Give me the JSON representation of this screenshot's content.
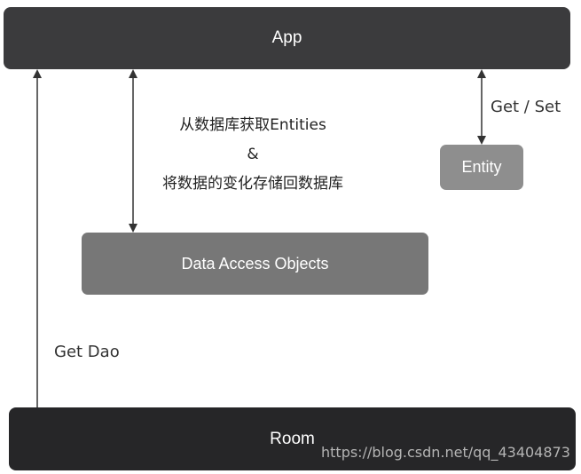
{
  "boxes": {
    "app": "App",
    "room": "Room",
    "dao": "Data Access Objects",
    "entity": "Entity"
  },
  "labels": {
    "get_set": "Get / Set",
    "get_dao": "Get Dao",
    "description": [
      "从数据库获取Entities",
      "&",
      "将数据的变化存储回数据库"
    ]
  },
  "watermark": "https://blog.csdn.net/qq_43404873",
  "colors": {
    "app": "#3b3b3d",
    "room": "#262628",
    "dao": "#777777",
    "entity": "#8e8e8e",
    "arrow": "#333333"
  }
}
